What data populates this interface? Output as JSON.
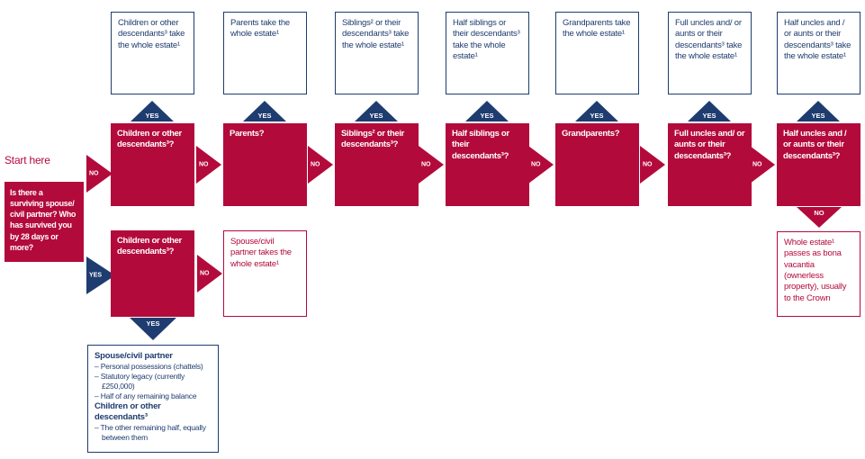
{
  "palette": {
    "crimson": "#B30A3C",
    "navy": "#1E3C6F",
    "background": "#FFFFFF"
  },
  "labels": {
    "yes": "YES",
    "no": "NO"
  },
  "start": {
    "label": "Start here",
    "question": "Is there a surviving spouse/ civil partner? Who has survived you by 28 days or more?"
  },
  "columns": [
    {
      "outcome": "Children or other descendants³ take the whole estate¹",
      "question": "Children or other descendants³?"
    },
    {
      "outcome": "Parents take the whole estate¹",
      "question": "Parents?"
    },
    {
      "outcome": "Siblings² or their descendants³ take the whole estate¹",
      "question": "Siblings² or their descendants³?"
    },
    {
      "outcome": "Half siblings or their descendants³ take the whole estate¹",
      "question": "Half siblings or their descendants³?"
    },
    {
      "outcome": "Grandparents take the whole estate¹",
      "question": "Grandparents?"
    },
    {
      "outcome": "Full uncles and/ or aunts or their descendants³ take the whole estate¹",
      "question": "Full uncles and/ or aunts or their descendants³?"
    },
    {
      "outcome": "Half uncles and / or aunts or their descendants³ take the whole estate¹",
      "question": "Half uncles and / or aunts or their descendants³?"
    }
  ],
  "second_row": {
    "question": "Children or other descendants³?",
    "outcome": "Spouse/civil partner takes the whole estate¹"
  },
  "details_box": {
    "rows": [
      {
        "type": "heading",
        "text": "Spouse/civil partner"
      },
      {
        "type": "item",
        "text": "Personal possessions (chattels)"
      },
      {
        "type": "item",
        "text": "Statutory legacy (currently £250,000)"
      },
      {
        "type": "item",
        "text": "Half of any remaining balance"
      },
      {
        "type": "heading",
        "text": "Children or other descendants³"
      },
      {
        "type": "item",
        "text": "The other remaining half, equally between them"
      }
    ]
  },
  "bona_vacantia": {
    "text": "Whole estate¹ passes as bona vacantia (ownerless property), usually to the Crown"
  }
}
